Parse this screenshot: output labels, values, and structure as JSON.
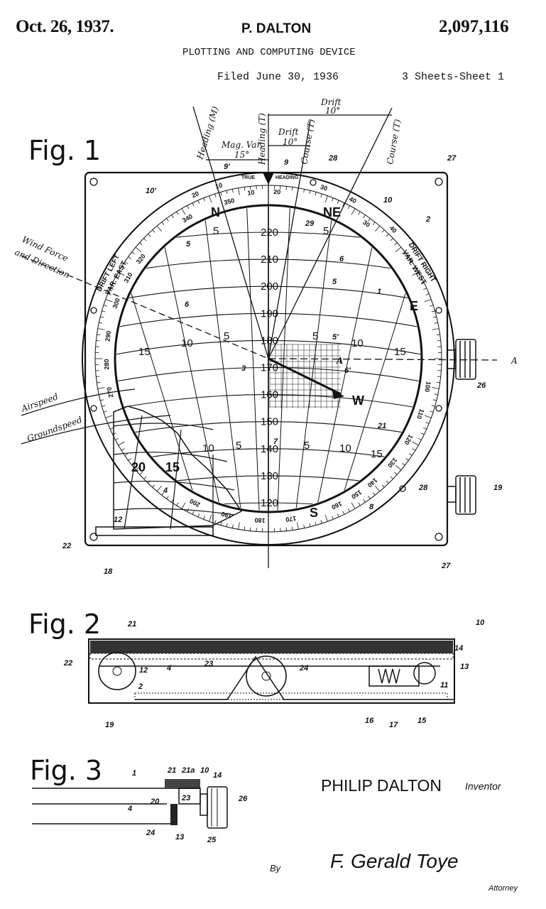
{
  "header": {
    "date": "Oct. 26, 1937.",
    "inventor_short": "P. DALTON",
    "patent_number": "2,097,116",
    "title": "PLOTTING AND COMPUTING DEVICE",
    "filed": "Filed June 30, 1936",
    "sheets": "3 Sheets-Sheet 1"
  },
  "fig1": {
    "label": "Fig. 1",
    "heading_m": "Heading (M)",
    "heading_t": "Heading (T)",
    "course_t_1": "Course (T)",
    "course_t_2": "Course (T)",
    "mag_var": "Mag. Var.",
    "mag_var_value": "15°",
    "drift_1": "Drift",
    "drift_1_value": "10°",
    "drift_2": "Drift",
    "drift_2_value": "10°",
    "wind_1": "Wind Force",
    "wind_2": "and Direction",
    "airspeed": "Airspeed",
    "groundspeed": "Groundspeed",
    "drift_left": "DRIFT LEFT",
    "var_east": "VAR. EAST",
    "drift_right": "DRIFT RIGHT",
    "var_west": "VAR. WEST",
    "true": "TRUE",
    "heading": "HEADING",
    "compass": [
      "N",
      "NE",
      "E",
      "S",
      "W"
    ],
    "axis_a_left": "A",
    "axis_a_right": "A",
    "speed_scale": [
      "220",
      "210",
      "200",
      "190",
      "180",
      "170",
      "160",
      "150",
      "140",
      "130",
      "120"
    ],
    "drift_numbers": [
      "5",
      "5",
      "15",
      "10",
      "5",
      "5",
      "10",
      "15",
      "20",
      "15",
      "10",
      "5",
      "5",
      "10",
      "15"
    ],
    "ring_numbers": [
      "20",
      "10",
      "10",
      "20",
      "30",
      "40",
      "30",
      "40",
      "350",
      "340",
      "320",
      "310",
      "300",
      "290",
      "280",
      "270",
      "100",
      "110",
      "120",
      "130",
      "140",
      "150",
      "160",
      "170",
      "180",
      "190",
      "200"
    ],
    "refs": [
      "9'",
      "9",
      "28",
      "27",
      "10'",
      "10",
      "2",
      "29",
      "6",
      "5",
      "5",
      "6",
      "1",
      "5'",
      "6'",
      "3",
      "26",
      "21",
      "28",
      "8",
      "19",
      "22",
      "18",
      "12",
      "4",
      "7",
      "27"
    ]
  },
  "fig2": {
    "label": "Fig. 2",
    "refs": [
      "21",
      "10",
      "14",
      "13",
      "22",
      "12",
      "4",
      "23",
      "24",
      "2",
      "19",
      "16",
      "17",
      "15",
      "11"
    ]
  },
  "fig3": {
    "label": "Fig. 3",
    "refs": [
      "1",
      "21",
      "21a",
      "10",
      "14",
      "23",
      "26",
      "4",
      "20",
      "24",
      "13",
      "25"
    ]
  },
  "signatures": {
    "inventor_name": "PHILIP DALTON",
    "inventor_label": "Inventor",
    "by": "By",
    "attorney_signature": "F. Gerald Toye",
    "attorney_label": "Attorney"
  }
}
